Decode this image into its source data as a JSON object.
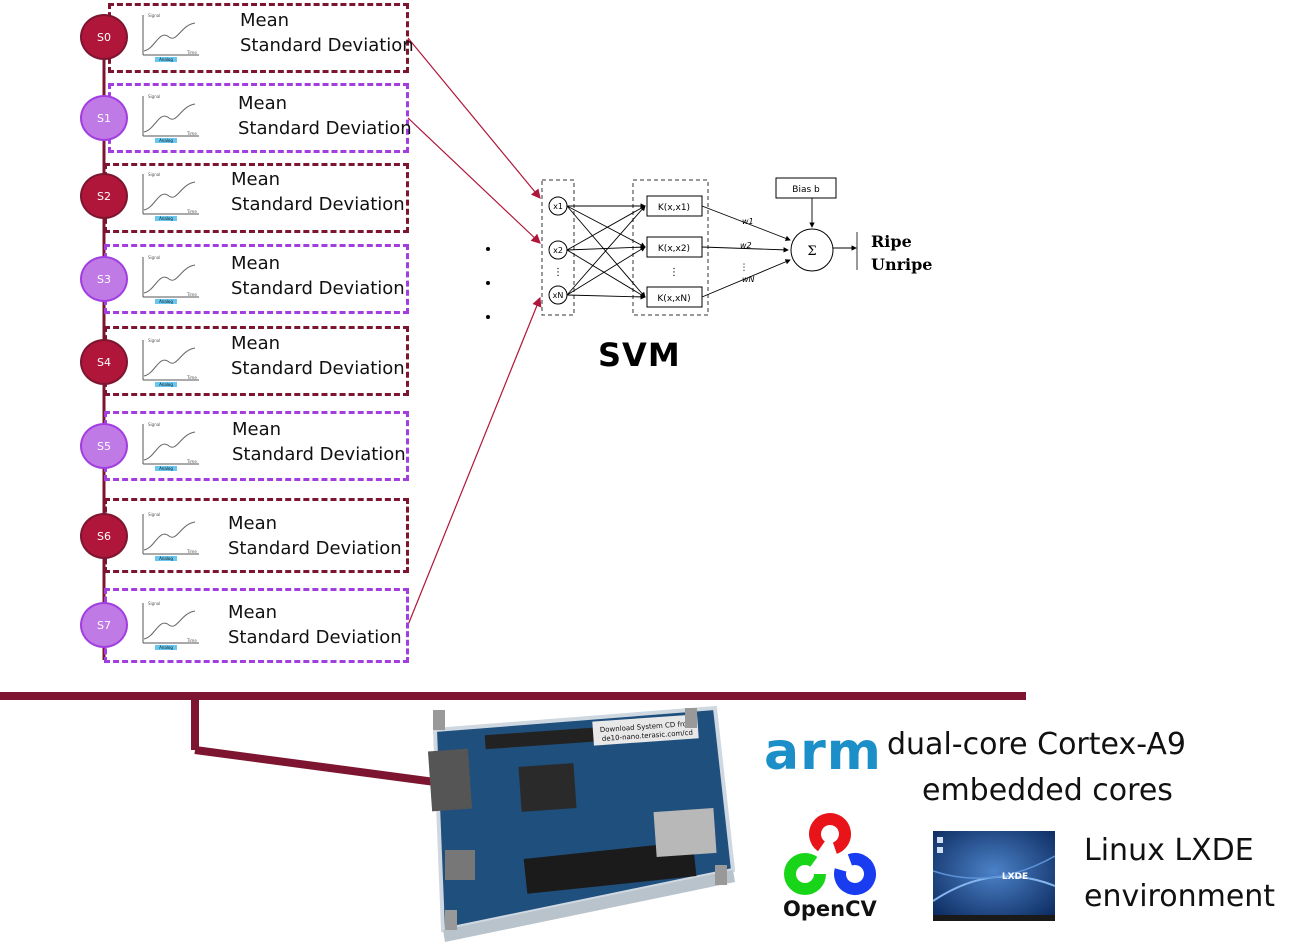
{
  "sensors": [
    {
      "id": "S0",
      "color": "red",
      "feature_1": "Mean",
      "feature_2": "Standard Deviation"
    },
    {
      "id": "S1",
      "color": "purple",
      "feature_1": "Mean",
      "feature_2": "Standard Deviation"
    },
    {
      "id": "S2",
      "color": "red",
      "feature_1": "Mean",
      "feature_2": "Standard Deviation"
    },
    {
      "id": "S3",
      "color": "purple",
      "feature_1": "Mean",
      "feature_2": "Standard Deviation"
    },
    {
      "id": "S4",
      "color": "red",
      "feature_1": "Mean",
      "feature_2": "Standard Deviation"
    },
    {
      "id": "S5",
      "color": "purple",
      "feature_1": "Mean",
      "feature_2": "Standard Deviation"
    },
    {
      "id": "S6",
      "color": "red",
      "feature_1": "Mean",
      "feature_2": "Standard Deviation"
    },
    {
      "id": "S7",
      "color": "purple",
      "feature_1": "Mean",
      "feature_2": "Standard Deviation"
    }
  ],
  "mini_plot": {
    "y_label": "Signal",
    "x_label": "Time",
    "badge": "Analog"
  },
  "svm": {
    "title": "SVM",
    "inputs": [
      "x1",
      "x2",
      "xN"
    ],
    "kernels": [
      "K(x,x1)",
      "K(x,x2)",
      "K(x,xN)"
    ],
    "weights": [
      "w1",
      "w2",
      "wN"
    ],
    "bias": "Bias b",
    "sum_symbol": "Σ",
    "outputs": [
      "Ripe",
      "Unripe"
    ]
  },
  "board": {
    "banner_line_1": "Download System CD from",
    "banner_line_2": "de10-nano.terasic.com/cd"
  },
  "platform": {
    "arm_logo": "arm",
    "arm_text_1": "dual-core Cortex-A9",
    "arm_text_2": "embedded cores",
    "opencv": "OpenCV",
    "lxde_logo": "LXDE",
    "linux_text_1": "Linux LXDE",
    "linux_text_2": "environment"
  },
  "colors": {
    "red": "#b0163a",
    "dark_red": "#7d1530",
    "purple": "#a23ee0",
    "light_purple": "#c07ae6",
    "arm_blue": "#1c8ec8"
  }
}
